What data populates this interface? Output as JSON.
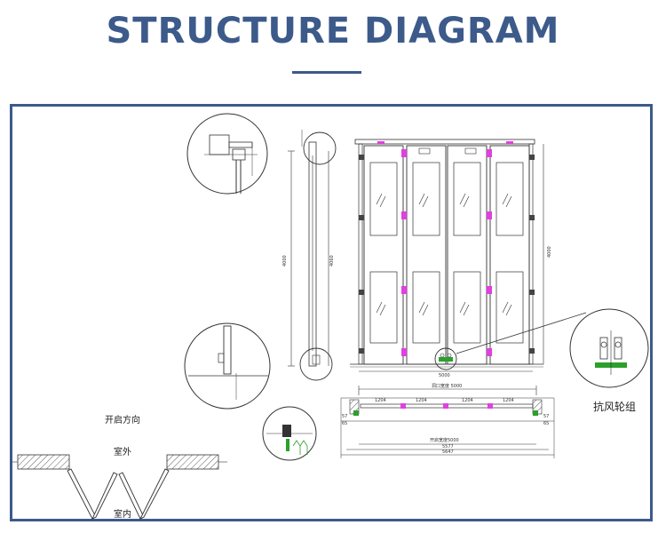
{
  "header": {
    "title": "STRUCTURE DIAGRAM"
  },
  "labels": {
    "open_direction": "开启方向",
    "outdoor": "室外",
    "indoor": "室内",
    "wind_wheel": "抗风轮组"
  },
  "dimensions": {
    "height_outer": "4000",
    "height_inner": "4060",
    "height_right": "4000",
    "width_opening": "5000",
    "opening_width_label": "洞口宽度 5000",
    "panel_1": "1204",
    "panel_2": "1204",
    "panel_3": "1204",
    "panel_4": "1204",
    "open_width_label": "开启宽度5000",
    "total_1": "5577",
    "total_2": "5647",
    "small_left": "57",
    "small_left2": "65",
    "small_right": "57",
    "small_right2": "65"
  },
  "colors": {
    "accent": "#3c5a8a",
    "hinge": "#e040e0",
    "ground": "#2ca02c"
  }
}
